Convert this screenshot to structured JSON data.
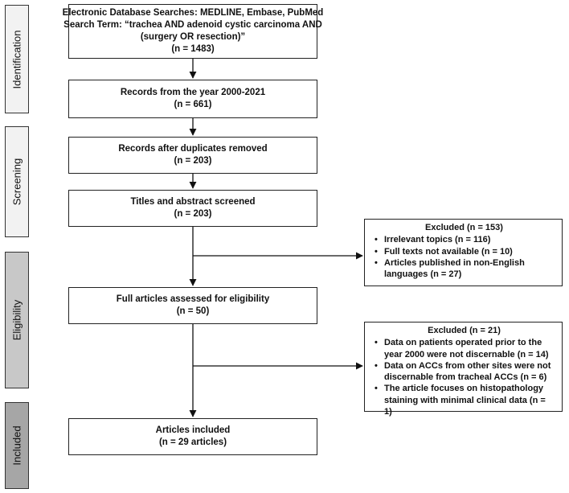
{
  "phases": [
    {
      "id": "identification",
      "label": "Identification"
    },
    {
      "id": "screening",
      "label": "Screening"
    },
    {
      "id": "eligibility",
      "label": "Eligibility"
    },
    {
      "id": "included",
      "label": "Included"
    }
  ],
  "boxes": {
    "search": {
      "lines": [
        "Electronic Database Searches: MEDLINE, Embase, PubMed",
        "Search Term: “trachea AND adenoid cystic carcinoma AND",
        "(surgery OR resection)”",
        "(n = 1483)"
      ]
    },
    "year": {
      "lines": [
        "Records from the year 2000-2021",
        "(n = 661)"
      ]
    },
    "duplicates": {
      "lines": [
        "Records after duplicates removed",
        "(n = 203)"
      ]
    },
    "titles": {
      "lines": [
        "Titles and abstract screened",
        "(n = 203)"
      ]
    },
    "fulltext": {
      "lines": [
        "Full articles assessed for eligibility",
        "(n = 50)"
      ]
    },
    "included": {
      "lines": [
        "Articles included",
        "(n = 29 articles)"
      ]
    }
  },
  "excluded1": {
    "title": "Excluded (n = 153)",
    "items": [
      "Irrelevant topics (n = 116)",
      "Full texts not available (n = 10)",
      "Articles published in non-English",
      "languages (n = 27)"
    ]
  },
  "excluded2": {
    "title": "Excluded (n = 21)",
    "items": [
      "Data on patients operated prior to the",
      "year 2000  were not discernable (n = 14)",
      "Data on ACCs from other sites were not",
      "discernable from tracheal ACCs (n = 6)",
      "The article focuses on histopathology",
      "staining with minimal clinical data (n = 1)"
    ]
  }
}
